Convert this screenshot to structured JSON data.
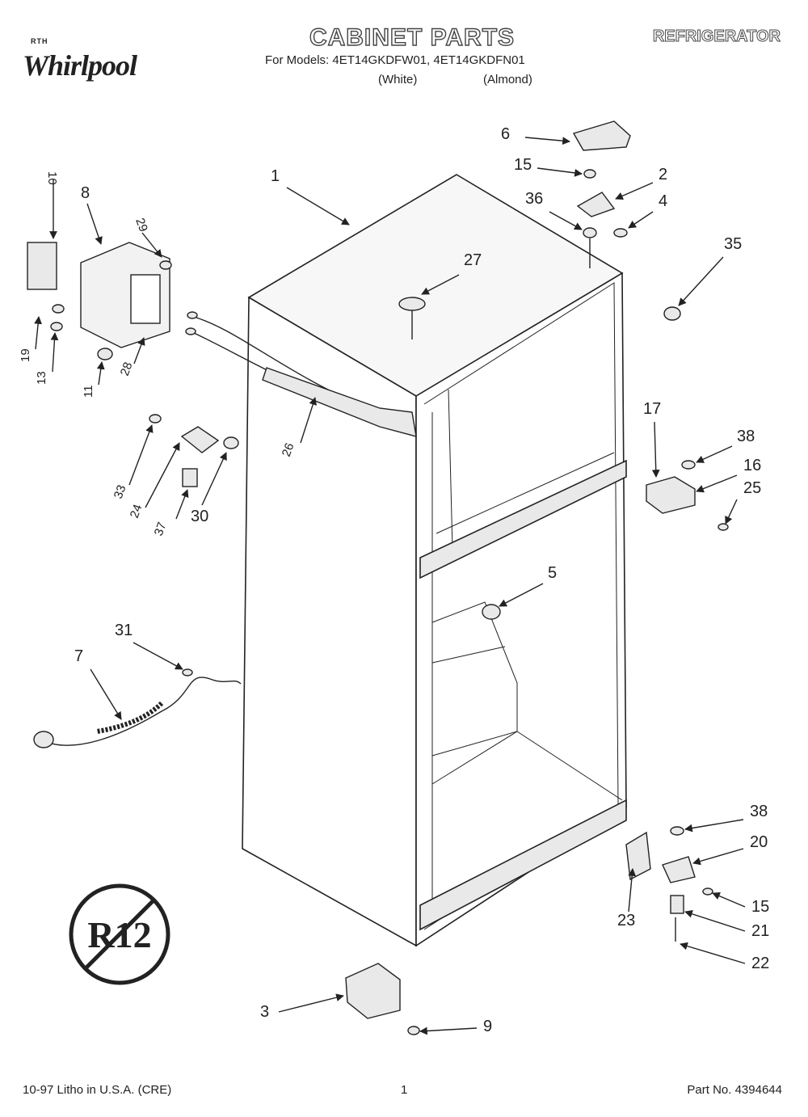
{
  "header": {
    "brand_small": "RTH",
    "brand": "Whirlpool",
    "title": "CABINET PARTS",
    "appliance": "REFRIGERATOR",
    "models_line": "For Models: 4ET14GKDFW01, 4ET14GKDFN01",
    "color_1": "(White)",
    "color_2": "(Almond)"
  },
  "diagram": {
    "callouts": [
      "1",
      "2",
      "3",
      "4",
      "5",
      "6",
      "7",
      "8",
      "9",
      "10",
      "11",
      "13",
      "15",
      "15",
      "16",
      "17",
      "19",
      "20",
      "21",
      "22",
      "23",
      "24",
      "25",
      "26",
      "27",
      "28",
      "29",
      "30",
      "31",
      "33",
      "35",
      "36",
      "37",
      "38",
      "38"
    ],
    "r12_symbol": "R12"
  },
  "footer": {
    "left": "10-97 Litho in U.S.A. (CRE)",
    "page": "1",
    "part": "Part No. 4394644"
  },
  "colors": {
    "ink": "#222222",
    "paper": "#ffffff",
    "part_fill": "#e9e9e9"
  }
}
